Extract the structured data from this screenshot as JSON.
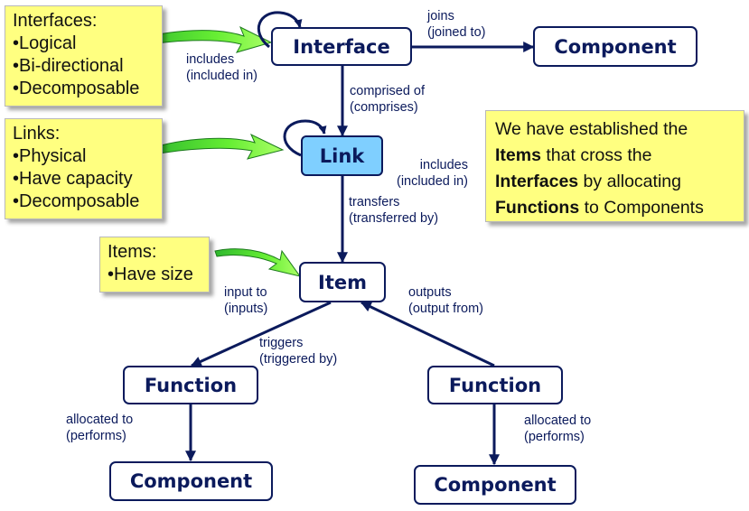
{
  "nodes": {
    "interface": "Interface",
    "component_top": "Component",
    "link": "Link",
    "item": "Item",
    "function_left": "Function",
    "function_right": "Function",
    "component_left": "Component",
    "component_right": "Component"
  },
  "edges": {
    "joins": "joins",
    "joined_to": "(joined to)",
    "includes_top": "includes",
    "included_in_top": "(included in)",
    "comprised_of": "comprised of",
    "comprises": "(comprises)",
    "includes_link": "includes",
    "included_in_link": "(included in)",
    "transfers": "transfers",
    "transferred_by": "(transferred by)",
    "input_to": "input to",
    "inputs": "(inputs)",
    "outputs": "outputs",
    "output_from": "(output from)",
    "triggers": "triggers",
    "triggered_by": "(triggered by)",
    "allocated_to_left": "allocated to",
    "performs_left": "(performs)",
    "allocated_to_right": "allocated to",
    "performs_right": "(performs)"
  },
  "notes": {
    "interfaces": {
      "title": "Interfaces:",
      "items": [
        "•Logical",
        "•Bi-directional",
        "•Decomposable"
      ]
    },
    "links": {
      "title": "Links:",
      "items": [
        "•Physical",
        "•Have capacity",
        "•Decomposable"
      ]
    },
    "items": {
      "title": "Items:",
      "items": [
        "•Have size"
      ]
    },
    "summary": {
      "line1": "We have established the",
      "line2_bold": "Items",
      "line2_rest": " that cross the",
      "line3_bold": "Interfaces",
      "line3_rest": " by allocating",
      "line4_bold": "Functions",
      "line4_rest": " to Components"
    }
  },
  "colors": {
    "ink": "#0b1a5c",
    "note_fill": "#ffff80",
    "link_fill": "#7fcfff",
    "callout_arrow": "#44dd22"
  }
}
